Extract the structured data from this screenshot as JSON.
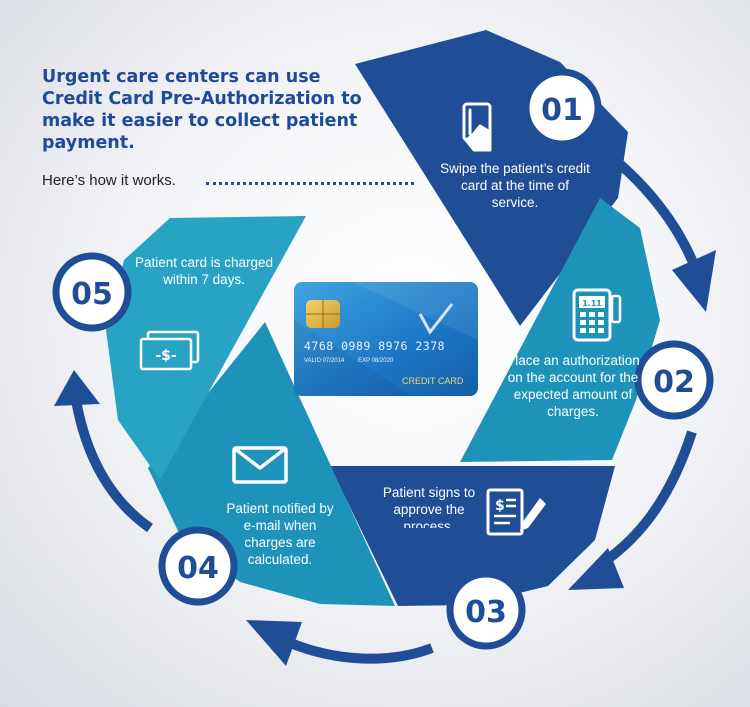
{
  "headline": "Urgent care centers can use Credit Card Pre-Authorization to make it easier to collect patient payment.",
  "subline": "Here’s how it works.",
  "colors": {
    "navy": "#1f4e96",
    "teal": "#1e93ba",
    "circle_fill": "#ffffff",
    "number": "#1f4e96",
    "arrow": "#1f4e96"
  },
  "steps": [
    {
      "number": "01",
      "text": "Swipe the patient’s credit card at the time of service.",
      "icon": "card-swipe-icon"
    },
    {
      "number": "02",
      "text": "Place an authorization on the account for the expected amount of charges.",
      "icon": "card-terminal-icon"
    },
    {
      "number": "03",
      "text": "Patient signs to approve the process.",
      "icon": "signed-document-icon"
    },
    {
      "number": "04",
      "text": "Patient notified by e-mail when charges are calculated.",
      "icon": "envelope-icon"
    },
    {
      "number": "05",
      "text": "Patient card is charged within 7 days.",
      "icon": "cash-icon"
    }
  ],
  "card": {
    "number": "4768 0989 8976 2378",
    "valid": "VALID 07/2014",
    "exp": "EXP 08/2020",
    "label": "CREDIT CARD"
  },
  "terminal_screen": "1.11"
}
